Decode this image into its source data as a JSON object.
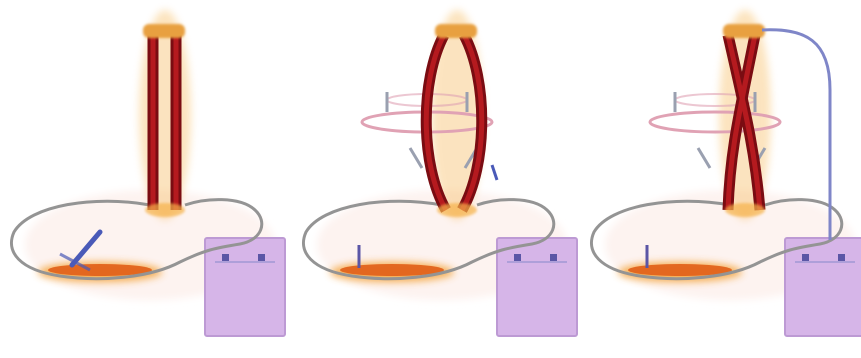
{
  "colors": {
    "background": "#ffffff",
    "wire": "#8a8fa6",
    "wire_blue": "#7f86c8",
    "outline": "#949494",
    "coil_dark": "#7a0c12",
    "coil": "#b51a1f",
    "coil_glow": "#f6b24a",
    "coil_top": "#e8a040",
    "liquid": "#e2631c",
    "liquid_glow": "#f4a641",
    "purple_box": "#d6b5e8",
    "purple_box_edge": "#bd9ad4",
    "ring": "#e0a2b4",
    "arrow_gray": "#9aa0b0",
    "arrow_blue": "#4a5ab8",
    "marker": "#5b56a6"
  },
  "panels": [
    {
      "id": "left",
      "coil_style": "parallel",
      "has_ring": false,
      "side_wire": false,
      "probe": "slanted"
    },
    {
      "id": "middle",
      "coil_style": "loop",
      "has_ring": true,
      "side_wire": false,
      "probe": "vertical"
    },
    {
      "id": "right",
      "coil_style": "crossed",
      "has_ring": true,
      "side_wire": true,
      "probe": "vertical"
    }
  ]
}
